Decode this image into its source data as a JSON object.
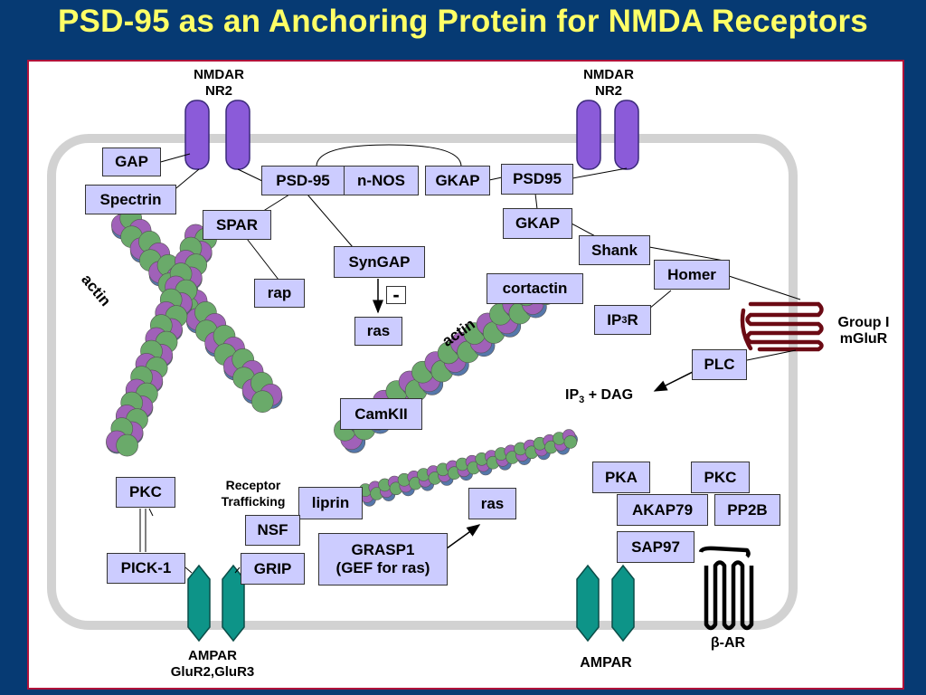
{
  "title": "PSD-95 as an Anchoring Protein for NMDA Receptors",
  "colors": {
    "background": "#063a73",
    "title": "#ffff66",
    "box": "#ccccff",
    "receptor_nmda": "#8b5bd9",
    "receptor_ampa": "#0d9488",
    "mglur": "#6b0a14",
    "actin_purple": "#a061b8",
    "actin_green": "#6aaa6a",
    "actin_blue": "#5577aa"
  },
  "labels": {
    "nmdar_left": [
      "NMDAR",
      "NR2"
    ],
    "nmdar_right": [
      "NMDAR",
      "NR2"
    ],
    "ampar_left": [
      "AMPAR",
      "GluR2,GluR3"
    ],
    "ampar_right": "AMPAR",
    "beta_ar": "β-AR",
    "mglur": [
      "Group I",
      "mGluR"
    ],
    "actin_left": "actin",
    "actin_mid": "actin",
    "receptor_trafficking": [
      "Receptor",
      "Trafficking"
    ],
    "ip3_dag": "IP",
    "ip3_dag_sub": "3",
    "ip3_dag_rest": " + DAG",
    "inhibit_sign": "-"
  },
  "boxes": {
    "gap": "GAP",
    "spectrin": "Spectrin",
    "psd95_left": "PSD-95",
    "nnos": "n-NOS",
    "gkap_top": "GKAP",
    "psd95_right": "PSD95",
    "gkap_right": "GKAP",
    "spar": "SPAR",
    "syngap": "SynGAP",
    "rap": "rap",
    "ras_top": "ras",
    "shank": "Shank",
    "homer": "Homer",
    "cortactin": "cortactin",
    "ip3r": "IP",
    "ip3r_sub": "3",
    "ip3r_rest": "R",
    "plc": "PLC",
    "camkii": "CamKII",
    "pkc_left": "PKC",
    "pick1": "PICK-1",
    "liprin": "liprin",
    "nsf": "NSF",
    "grip": "GRIP",
    "grasp1": [
      "GRASP1",
      "(GEF for ras)"
    ],
    "ras_bottom": "ras",
    "pka": "PKA",
    "pkc_right": "PKC",
    "akap79": "AKAP79",
    "pp2b": "PP2B",
    "sap97": "SAP97"
  }
}
